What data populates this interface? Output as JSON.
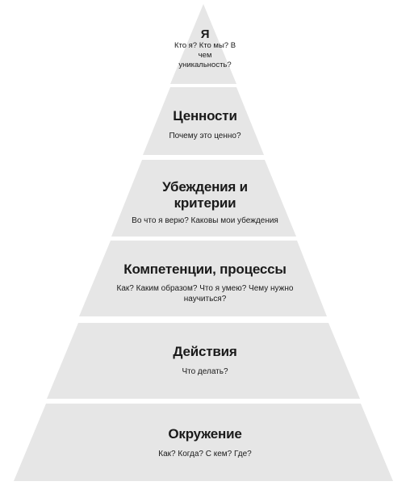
{
  "colors": {
    "fill": "#e6e6e6",
    "separator": "#ffffff",
    "text": "#1a1a1a"
  },
  "levels": [
    {
      "title": "Я",
      "subtitle": "Кто я? Кто мы? В чем уникальность?"
    },
    {
      "title": "Ценности",
      "subtitle": "Почему это ценно?"
    },
    {
      "title": "Убеждения и критерии",
      "subtitle": "Во что я верю? Каковы мои убеждения"
    },
    {
      "title": "Компетенции, процессы",
      "subtitle": "Как? Каким образом? Что я умею? Чему нужно научиться?"
    },
    {
      "title": "Действия",
      "subtitle": "Что делать?"
    },
    {
      "title": "Окружение",
      "subtitle": "Как? Когда? С кем? Где?"
    }
  ]
}
